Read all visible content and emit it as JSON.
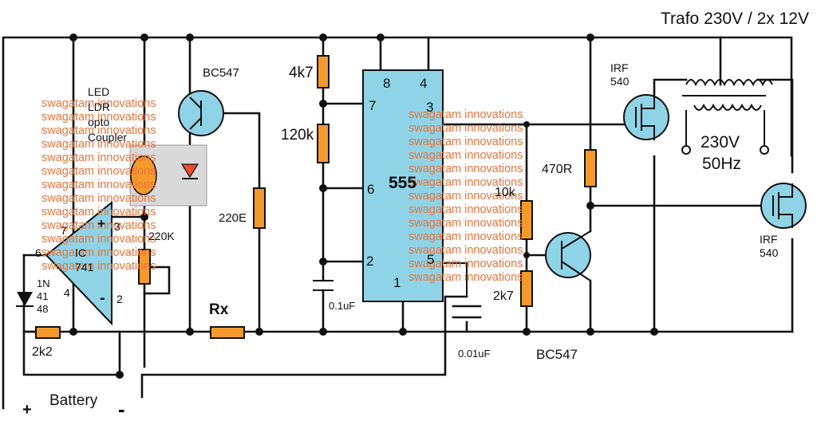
{
  "labels": {
    "trafo": "Trafo 230V / 2x 12V",
    "bc547_top": "BC547",
    "r_4k7": "4k7",
    "pin8": "8",
    "pin4": "4",
    "irf_top_1": "IRF",
    "irf_top_2": "540",
    "led": "LED",
    "ldr": "LDR",
    "opto": "opto",
    "coupler": "Coupler",
    "pin7_555": "7",
    "pin3_555": "3",
    "r_120k": "120k",
    "v230": "230V",
    "hz50": "50Hz",
    "r_470r": "470R",
    "ic555": "555",
    "pin6_555": "6",
    "r_10k": "10k",
    "r_220e": "220E",
    "op_pin7": "7",
    "op_plus": "+",
    "op_pin3": "3",
    "pot_220k": "220K",
    "irf_bot_1": "IRF",
    "irf_bot_2": "540",
    "op_pin6": "6",
    "ic741_1": "IC",
    "ic741_2": "741",
    "pin2_555": "2",
    "pin5_555": "5",
    "diode_1": "1N",
    "diode_2": "41",
    "diode_3": "48",
    "op_pin4": "4",
    "pin1_555": "1",
    "op_minus": "-",
    "op_pin2": "2",
    "r_2k7": "2k7",
    "c_01uf": "0.1uF",
    "rx": "Rx",
    "r_2k2": "2k2",
    "c_001uf": "0.01uF",
    "bc547_bot": "BC547",
    "battery": "Battery",
    "batt_plus": "+",
    "batt_minus": "-"
  },
  "watermark": {
    "text": "swagatam innovations"
  },
  "colors": {
    "wire": "#111111",
    "resistor": "#f39a2b",
    "transistor": "#8fd3e6",
    "watermark": "#e8743b",
    "opto_box": "#d9d9d9"
  }
}
